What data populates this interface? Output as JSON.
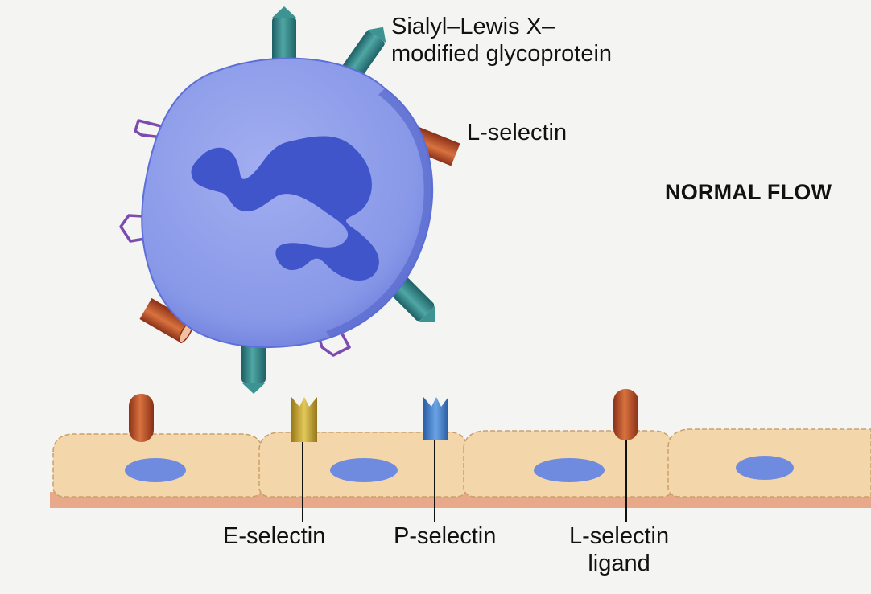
{
  "labels": {
    "sialyl_line1": "Sialyl–Lewis X–",
    "sialyl_line2": "modified glycoprotein",
    "l_selectin": "L-selectin",
    "normal_flow": "NORMAL FLOW",
    "e_selectin": "E-selectin",
    "p_selectin": "P-selectin",
    "l_selectin_ligand_line1": "L-selectin",
    "l_selectin_ligand_line2": "ligand"
  },
  "colors": {
    "background": "#f4f4f3",
    "cell_body": "#8e9bea",
    "cell_outline": "#5d6fd8",
    "nucleus": "#3f55c9",
    "glycoprotein": "#2f7f82",
    "l_selectin": "#b9532c",
    "ligand_outline": "#7b4bb0",
    "endothelium": "#f2d6a8",
    "endothelium_edge": "#c9a06c",
    "basement": "#e8a88a",
    "endo_nucleus": "#6f8be0",
    "e_selectin": "#c9a52a",
    "p_selectin": "#3f7fd0"
  }
}
